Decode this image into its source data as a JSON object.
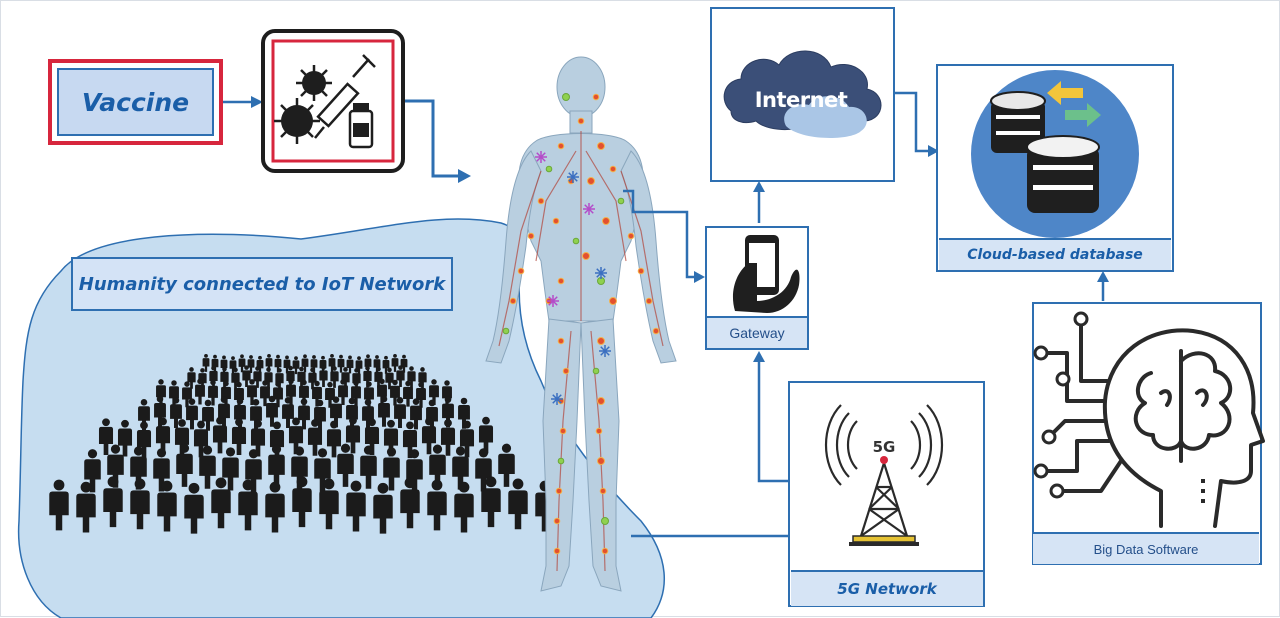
{
  "vaccine": {
    "label": "Vaccine"
  },
  "humanity": {
    "label": "Humanity connected to IoT Network"
  },
  "internet": {
    "label": "Internet"
  },
  "gateway": {
    "label": "Gateway"
  },
  "database": {
    "label": "Cloud-based database"
  },
  "big_data": {
    "label": "Big Data Software"
  },
  "network_5g": {
    "label": "5G Network",
    "icon_text": "5G"
  },
  "colors": {
    "accent_blue": "#2e6fb1",
    "label_blue": "#1a5ea8",
    "vaccine_border": "#d7263d",
    "crowd_region": "#c6ddf0",
    "database_circle": "#4e86c8"
  },
  "icons": {
    "vaccine": "virus-syringe-vial-icon",
    "gateway": "hand-smartphone-icon",
    "internet": "cloud-icon",
    "database": "server-stack-sync-icon",
    "network_5g": "5g-antenna-tower-icon",
    "big_data": "ai-brain-head-icon",
    "human": "human-body-sensors-illustration",
    "crowd": "crowd-silhouettes-illustration"
  }
}
